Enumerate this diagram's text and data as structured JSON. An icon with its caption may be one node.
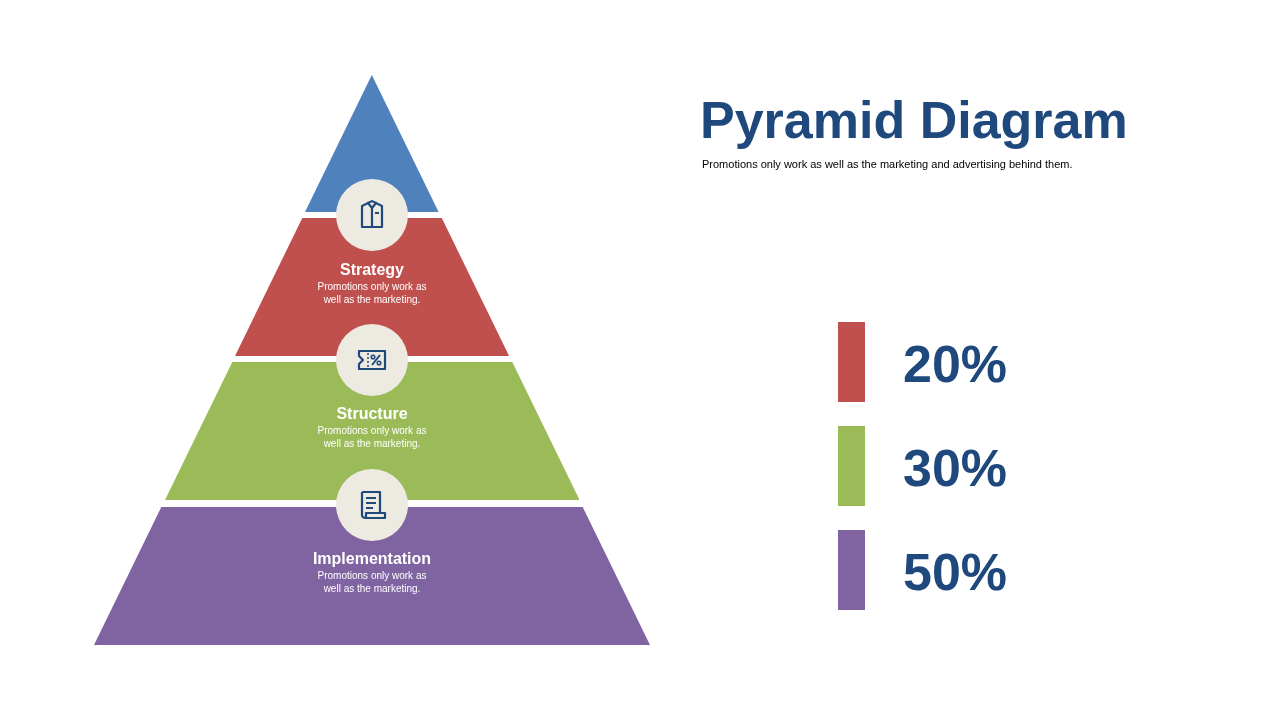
{
  "diagram": {
    "title": "Pyramid Diagram",
    "nodes": [
      {
        "text": [],
        "shape": "triangle"
      },
      {
        "text": [
          "Strategy",
          "Promotions only work as well as the marketing."
        ]
      },
      {
        "text": [
          "Structure",
          "Promotions only work as well as the marketing."
        ]
      },
      {
        "text": [
          "Implementation",
          "Promotions only work as well as the marketing."
        ]
      }
    ],
    "edges": [],
    "labels": [
      "Promotions only work as well as the marketing and advertising behind them."
    ],
    "legend": [
      {
        "text": "20%",
        "color": "#c0504d"
      },
      {
        "text": "30%",
        "color": "#9bbb59"
      },
      {
        "text": "50%",
        "color": "#8064a2"
      }
    ]
  }
}
